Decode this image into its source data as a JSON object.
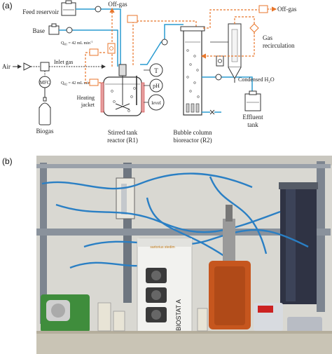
{
  "panels": {
    "a": "(a)",
    "b": "(b)"
  },
  "labels": {
    "feed_reservoir": "Feed reservoir",
    "off_gas_top": "Off-gas",
    "off_gas_right": "Off-gas",
    "base": "Base",
    "flow_upper": "Q",
    "flow_upper_sub": "R1",
    "flow_upper_val": " = 42 mL min",
    "flow_upper_sup": "-1",
    "flow_lower": "Q",
    "flow_lower_sub": "R2",
    "flow_lower_val": " = 42 mL min",
    "flow_lower_sup": "-1",
    "air": "Air",
    "inlet_gas": "Inlet gas",
    "mfc": "MFC",
    "biogas": "Biogas",
    "heating_jacket_1": "Heating",
    "heating_jacket_2": "jacket",
    "sensor_t": "T",
    "sensor_ph": "pH",
    "sensor_level": "level",
    "stirred_1": "Stirred tank",
    "stirred_2": "reactor (R1)",
    "bubble_1": "Bubble column",
    "bubble_2": "bioreactor (R2)",
    "gas_recirc_1": "Gas",
    "gas_recirc_2": "recirculation",
    "condensed": "Condensed H",
    "condensed_sub": "2",
    "condensed_end": "O",
    "effluent_1": "Effluent",
    "effluent_2": "tank",
    "brand": "sartorius stedim",
    "model": "BIOSTAT A"
  },
  "colors": {
    "liquid_line": "#2a9bd1",
    "gas_line": "#e8762b",
    "equipment": "#333333",
    "photo_wall": "#d9d8d2",
    "frame": "#7d8590",
    "tube": "#2a7fc4"
  }
}
